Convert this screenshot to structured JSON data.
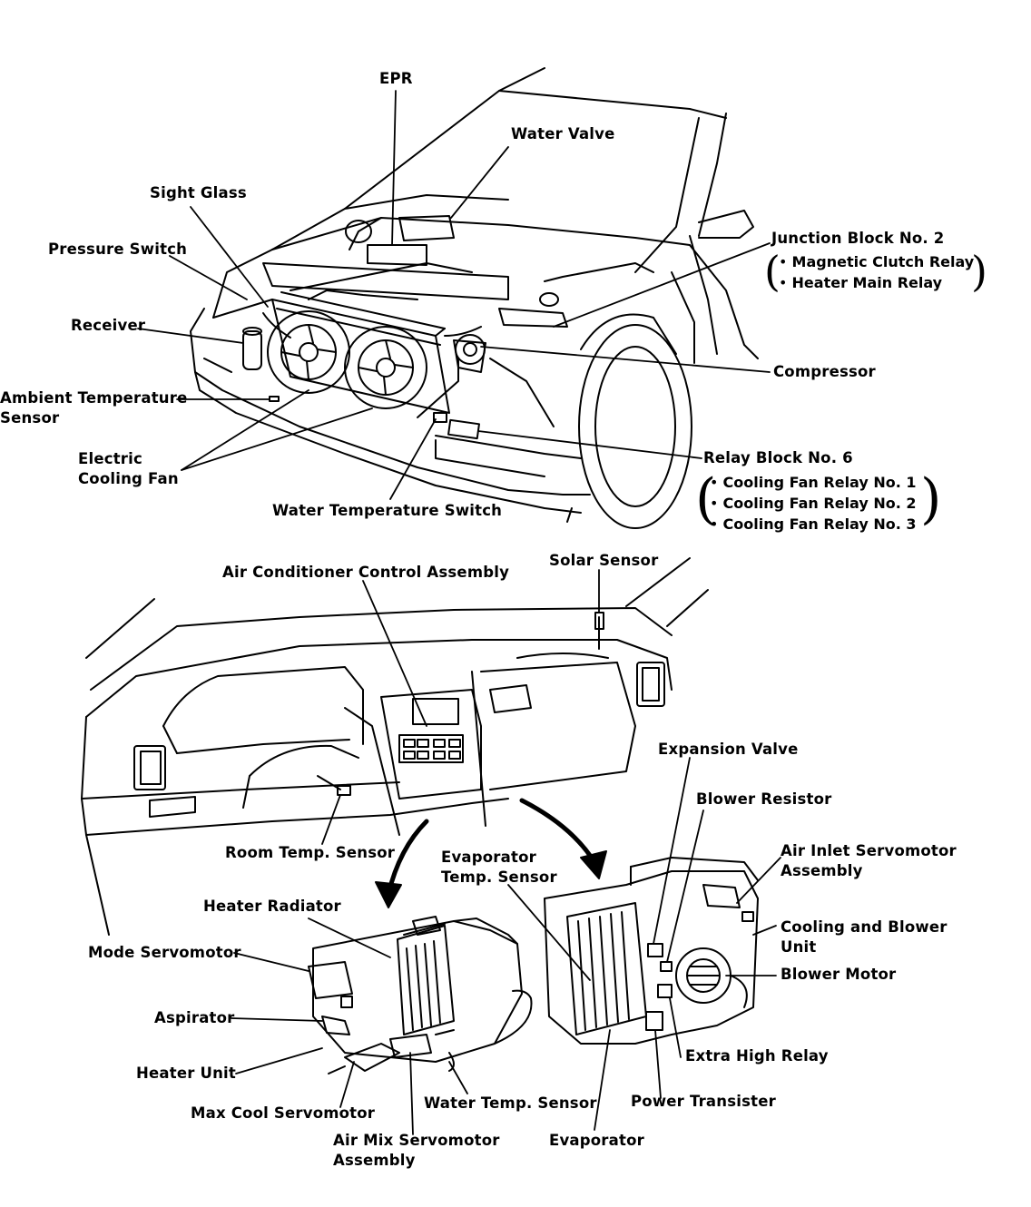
{
  "engine_labels": {
    "epr": "EPR",
    "water_valve": "Water Valve",
    "sight_glass": "Sight Glass",
    "pressure_switch": "Pressure Switch",
    "receiver": "Receiver",
    "ambient_temp_line1": "Ambient Temperature",
    "ambient_temp_line2": "Sensor",
    "electric_fan_line1": "Electric",
    "electric_fan_line2": "Cooling Fan",
    "water_temp_switch": "Water Temperature Switch",
    "junction_block": "Junction Block No. 2",
    "junction_items": [
      "Magnetic Clutch Relay",
      "Heater Main Relay"
    ],
    "compressor": "Compressor",
    "relay_block": "Relay Block No. 6",
    "relay_items": [
      "Cooling Fan Relay No. 1",
      "Cooling Fan Relay No. 2",
      "Cooling Fan Relay No. 3"
    ]
  },
  "dash_labels": {
    "ac_control": "Air Conditioner Control Assembly",
    "solar_sensor": "Solar Sensor",
    "expansion_valve": "Expansion Valve",
    "blower_resistor": "Blower Resistor",
    "air_inlet_line1": "Air Inlet Servomotor",
    "air_inlet_line2": "Assembly",
    "cooling_blower_line1": "Cooling and Blower",
    "cooling_blower_line2": "Unit",
    "blower_motor": "Blower Motor",
    "extra_high_relay": "Extra High Relay",
    "power_transister": "Power Transister",
    "evaporator": "Evaporator",
    "water_temp_sensor": "Water Temp. Sensor",
    "air_mix_line1": "Air Mix Servomotor",
    "air_mix_line2": "Assembly",
    "max_cool": "Max Cool Servomotor",
    "heater_unit": "Heater Unit",
    "aspirator": "Aspirator",
    "mode_servo": "Mode Servomotor",
    "heater_radiator": "Heater Radiator",
    "room_temp": "Room Temp. Sensor",
    "evap_temp_line1": "Evaporator",
    "evap_temp_line2": "Temp. Sensor"
  }
}
